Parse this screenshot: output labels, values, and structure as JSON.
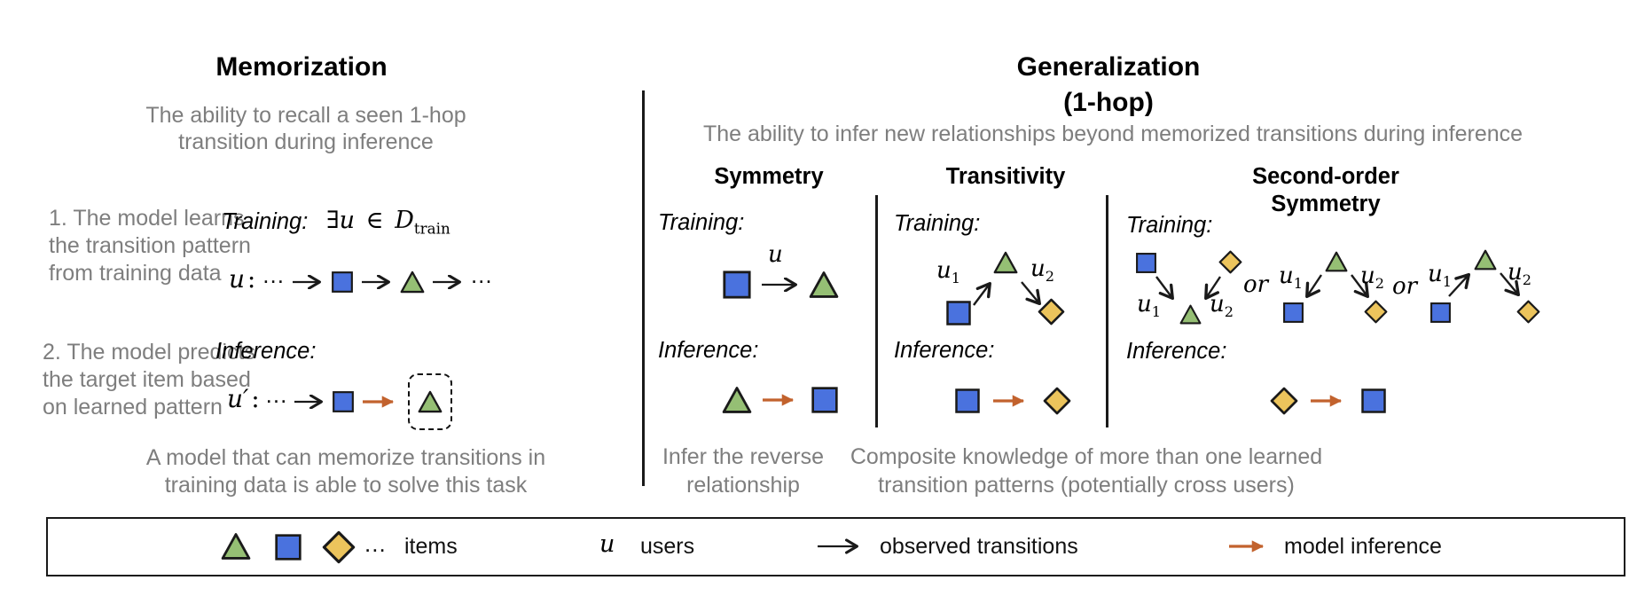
{
  "colors": {
    "item-blue": "#4a72de",
    "item-green": "#95bf74",
    "item-yellow": "#ecc45c",
    "inference-orange": "#c2622d",
    "text-gray": "#7e7e7e",
    "line-black": "#1a1a1a"
  },
  "memorization": {
    "title": "Memorization",
    "subtitle": [
      "The ability to recall a seen 1-hop",
      "transition during inference"
    ],
    "step1": [
      "1. The model learns",
      "the transition pattern",
      "from training data"
    ],
    "training_label": "Training:",
    "condition": {
      "exists": "∃",
      "user": "u",
      "element_of": "∈",
      "dataset": "D",
      "dataset_subscript": "train"
    },
    "train_user": "u",
    "colon": ":",
    "dots": "...",
    "step2": [
      "2. The model predicts",
      "the target item based",
      "on learned pattern"
    ],
    "inference_label": "Inference:",
    "inference_user": "u′",
    "caption": [
      "A model that can memorize transitions in",
      "training data is able to solve this task"
    ]
  },
  "generalization": {
    "title_lines": [
      "Generalization",
      "(1-hop)"
    ],
    "subtitle": "The ability to infer new relationships beyond memorized transitions during inference",
    "training_label": "Training:",
    "inference_label": "Inference:",
    "or_label": "or",
    "u": "u",
    "u1": "u",
    "u1_sub": "1",
    "u2": "u",
    "u2_sub": "2",
    "columns": {
      "symmetry": {
        "header": "Symmetry",
        "caption": [
          "Infer the reverse",
          "relationship"
        ]
      },
      "transitivity": {
        "header": "Transitivity"
      },
      "second_order": {
        "header_lines": [
          "Second-order",
          "Symmetry"
        ]
      }
    },
    "composite_caption": [
      "Composite knowledge of more than one learned",
      "transition patterns (potentially cross users)"
    ]
  },
  "legend": {
    "dots": "...",
    "items_label": "items",
    "user_symbol": "u",
    "users_label": "users",
    "observed_label": "observed transitions",
    "inference_label": "model inference"
  }
}
